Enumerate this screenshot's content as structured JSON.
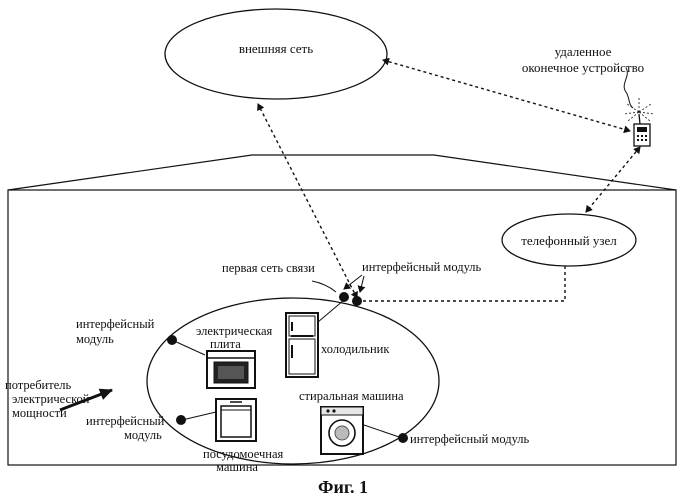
{
  "labels": {
    "external_network": "внешняя сеть",
    "remote_terminal_line1": "удаленное",
    "remote_terminal_line2": "оконечное устройство",
    "telephone_node": "телефонный узел",
    "first_network": "первая сеть связи",
    "interface_module_top": "интерфейсный модуль",
    "interface_module_left_line1": "интерфейсный",
    "interface_module_left_line2": "модуль",
    "electric_stove_line1": "электрическая",
    "electric_stove_line2": "плита",
    "refrigerator": "холодильник",
    "consumer_line1": "потребитель",
    "consumer_line2": "электрической",
    "consumer_line3": "мощности",
    "interface_module_lower_left_line1": "интерфейсный",
    "interface_module_lower_left_line2": "модуль",
    "washing_machine": "стиральная машина",
    "dishwasher_line1": "посудомоечная",
    "dishwasher_line2": "машина",
    "interface_module_right": "интерфейсный модуль"
  },
  "caption": "Фиг. 1"
}
